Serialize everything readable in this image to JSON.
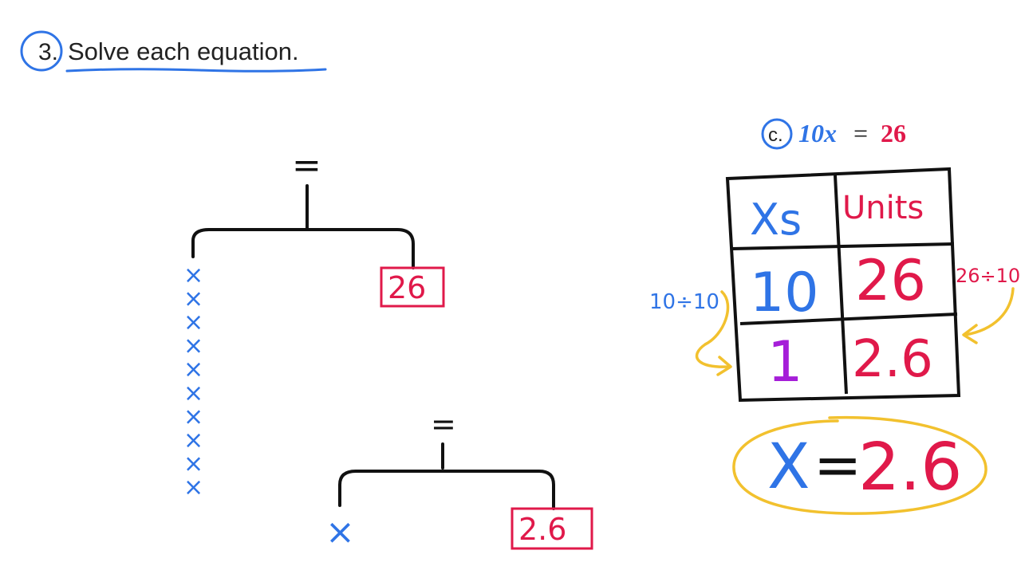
{
  "problem": {
    "number": "3.",
    "instruction": "Solve each equation."
  },
  "part": {
    "letter": "c.",
    "lhs": "10x",
    "equals": "=",
    "rhs": "26"
  },
  "tape_diagram_1": {
    "equals": "=",
    "x_marks": [
      "×",
      "×",
      "×",
      "×",
      "×",
      "×",
      "×",
      "×",
      "×",
      "×"
    ],
    "value": "26"
  },
  "tape_diagram_2": {
    "equals": "=",
    "x_mark": "×",
    "value": "2.6"
  },
  "ratio_table": {
    "headers": [
      "Xs",
      "Units"
    ],
    "rows": [
      [
        "10",
        "26"
      ],
      [
        "1",
        "2.6"
      ]
    ],
    "left_annotation": "10÷10",
    "right_annotation": "26÷10"
  },
  "answer": {
    "variable": "X",
    "equals": "=",
    "value": "2.6"
  },
  "colors": {
    "blue": "#2f74e6",
    "red": "#e0194a",
    "purple": "#a51ed8",
    "yellow": "#f2c12e",
    "black": "#111111"
  }
}
